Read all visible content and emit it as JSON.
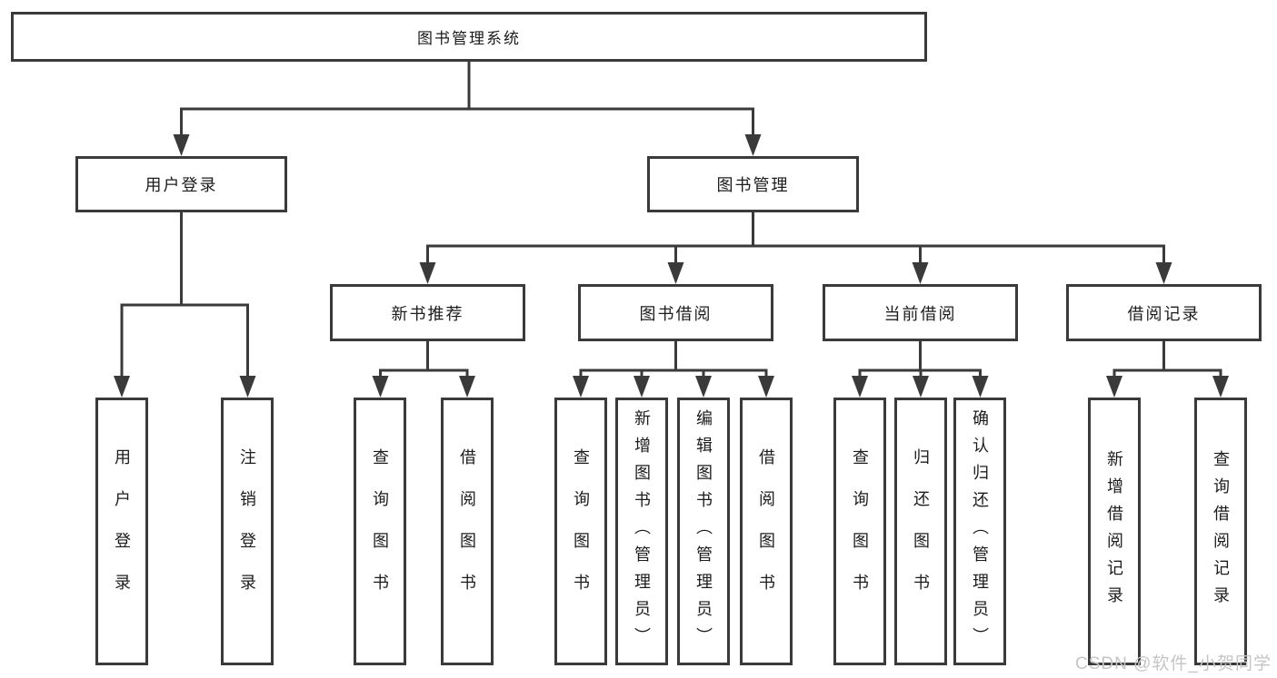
{
  "diagram": {
    "root": {
      "label": "图书管理系统"
    },
    "branches": [
      {
        "label": "用户登录",
        "children": [
          {
            "label": "用户登录"
          },
          {
            "label": "注销登录"
          }
        ]
      },
      {
        "label": "图书管理",
        "children": [
          {
            "label": "新书推荐",
            "children": [
              {
                "label": "查询图书"
              },
              {
                "label": "借阅图书"
              }
            ]
          },
          {
            "label": "图书借阅",
            "children": [
              {
                "label": "查询图书"
              },
              {
                "label": "新增图书（管理员）"
              },
              {
                "label": "编辑图书（管理员）"
              },
              {
                "label": "借阅图书"
              }
            ]
          },
          {
            "label": "当前借阅",
            "children": [
              {
                "label": "查询图书"
              },
              {
                "label": "归还图书"
              },
              {
                "label": "确认归还（管理员）"
              }
            ]
          },
          {
            "label": "借阅记录",
            "children": [
              {
                "label": "新增借阅记录"
              },
              {
                "label": "查询借阅记录"
              }
            ]
          }
        ]
      }
    ]
  },
  "watermark": {
    "text": "CSDN @软件_小贺同学"
  },
  "colors": {
    "line": "#3a3a3a",
    "text": "#1c1c1c",
    "watermark": "#c5c5c5",
    "background": "#ffffff"
  }
}
